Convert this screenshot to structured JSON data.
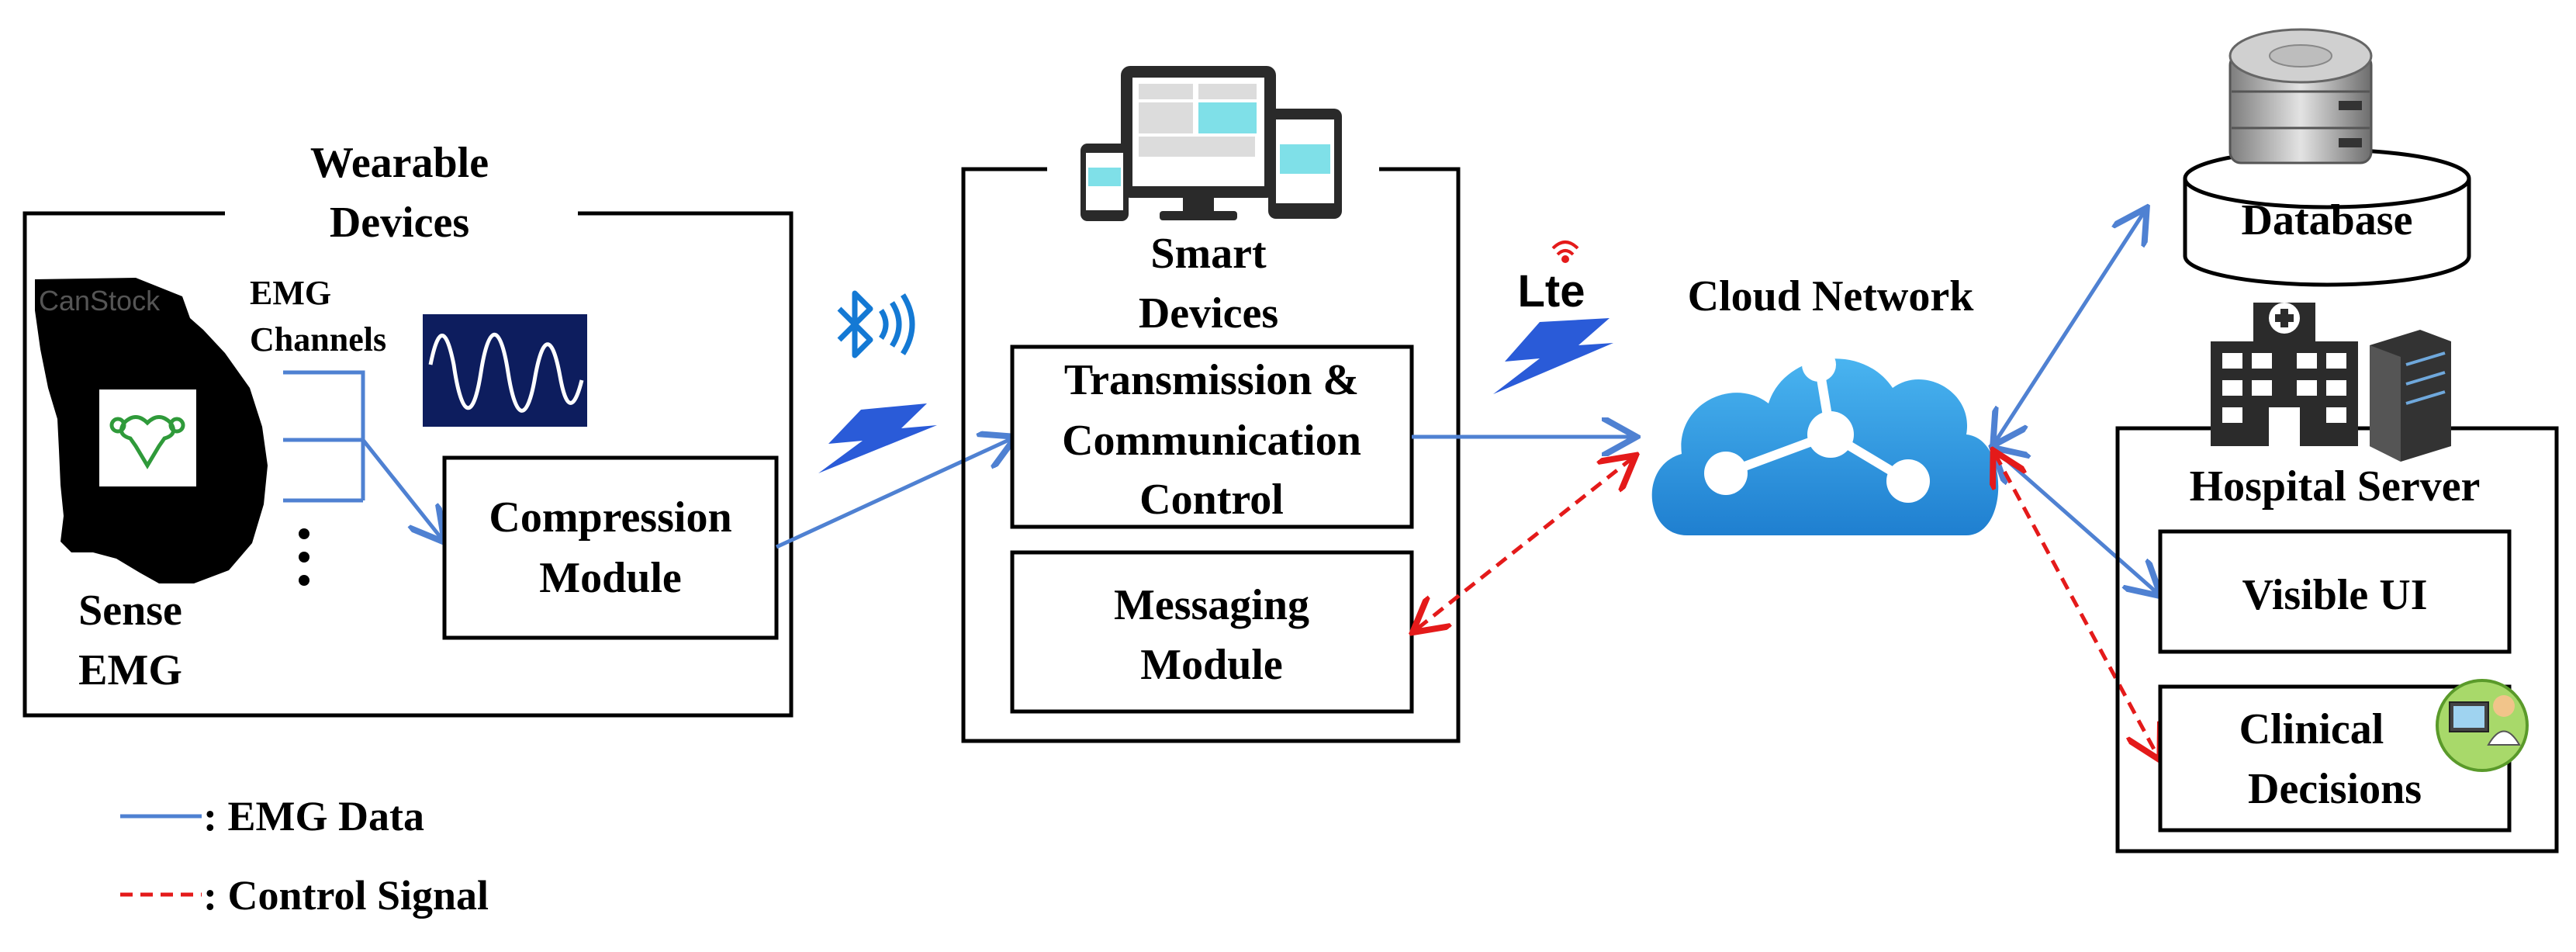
{
  "wearable": {
    "title_line1": "Wearable",
    "title_line2": "Devices",
    "emg_label_line1": "EMG",
    "emg_label_line2": "Channels",
    "sense_line1": "Sense",
    "sense_line2": "EMG",
    "watermark": "CanStock",
    "compression_line1": "Compression",
    "compression_line2": "Module"
  },
  "smart": {
    "title_line1": "Smart",
    "title_line2": "Devices",
    "transmission_line1": "Transmission &",
    "transmission_line2": "Communication",
    "transmission_line3": "Control",
    "messaging_line1": "Messaging",
    "messaging_line2": "Module"
  },
  "wireless": {
    "lte_label": "Lte"
  },
  "cloud": {
    "title": "Cloud Network"
  },
  "database": {
    "label": "Database"
  },
  "hospital": {
    "title": "Hospital Server",
    "visible_ui": "Visible UI",
    "clinical_line1": "Clinical",
    "clinical_line2": "Decisions"
  },
  "legend": {
    "emg_data": ": EMG Data",
    "control_signal": ": Control Signal"
  },
  "colors": {
    "data_line": "#4f81d2",
    "control_line": "#e41a1a",
    "lightning": "#2a5bd8",
    "bluetooth": "#1479d4",
    "cloud": "#2f95de",
    "screen_accent": "#7fe0e8"
  }
}
